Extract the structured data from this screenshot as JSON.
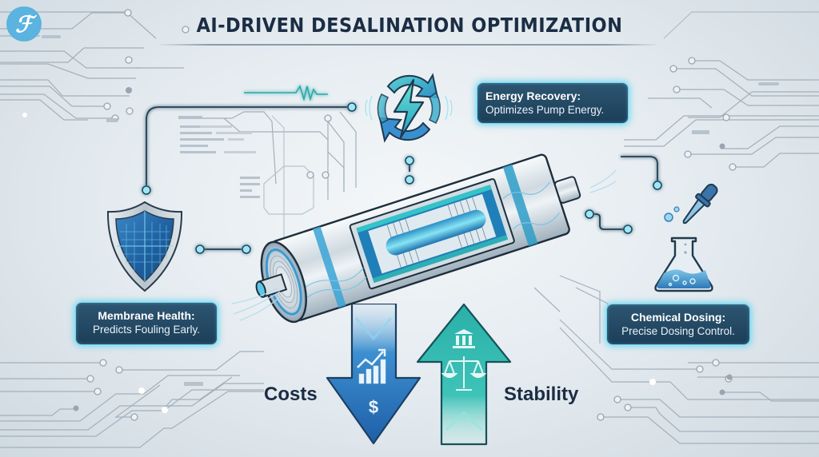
{
  "header": {
    "logo_glyph": "ℱ",
    "title": "AI-DRIVEN DESALINATION OPTIMIZATION"
  },
  "colors": {
    "title_text": "#1b2d44",
    "callout_bg": "#1c3e58",
    "callout_glow": "#6fd8f0",
    "accent_blue": "#2f7fc0",
    "accent_teal": "#2db3a8",
    "circuit_line": "#9aa8b4",
    "logo_bg": "#5bb3e0"
  },
  "callouts": {
    "energy": {
      "title": "Energy Recovery:",
      "body": "Optimizes Pump Energy."
    },
    "membrane": {
      "title": "Membrane Health:",
      "body": "Predicts Fouling Early."
    },
    "chemical": {
      "title": "Chemical Dosing:",
      "body": "Precise Dosing Control."
    }
  },
  "indicators": {
    "costs": {
      "label": "Costs",
      "direction": "down",
      "icon": "dollar-icon",
      "glyph": "$"
    },
    "stability": {
      "label": "Stability",
      "direction": "up",
      "icon": "balance-scale-icon"
    }
  },
  "icons": {
    "energy": "energy-recycle-bolt-icon",
    "membrane": "shield-icon",
    "chemical": "flask-dropper-icon",
    "center": "ro-membrane-cylinder-icon"
  }
}
